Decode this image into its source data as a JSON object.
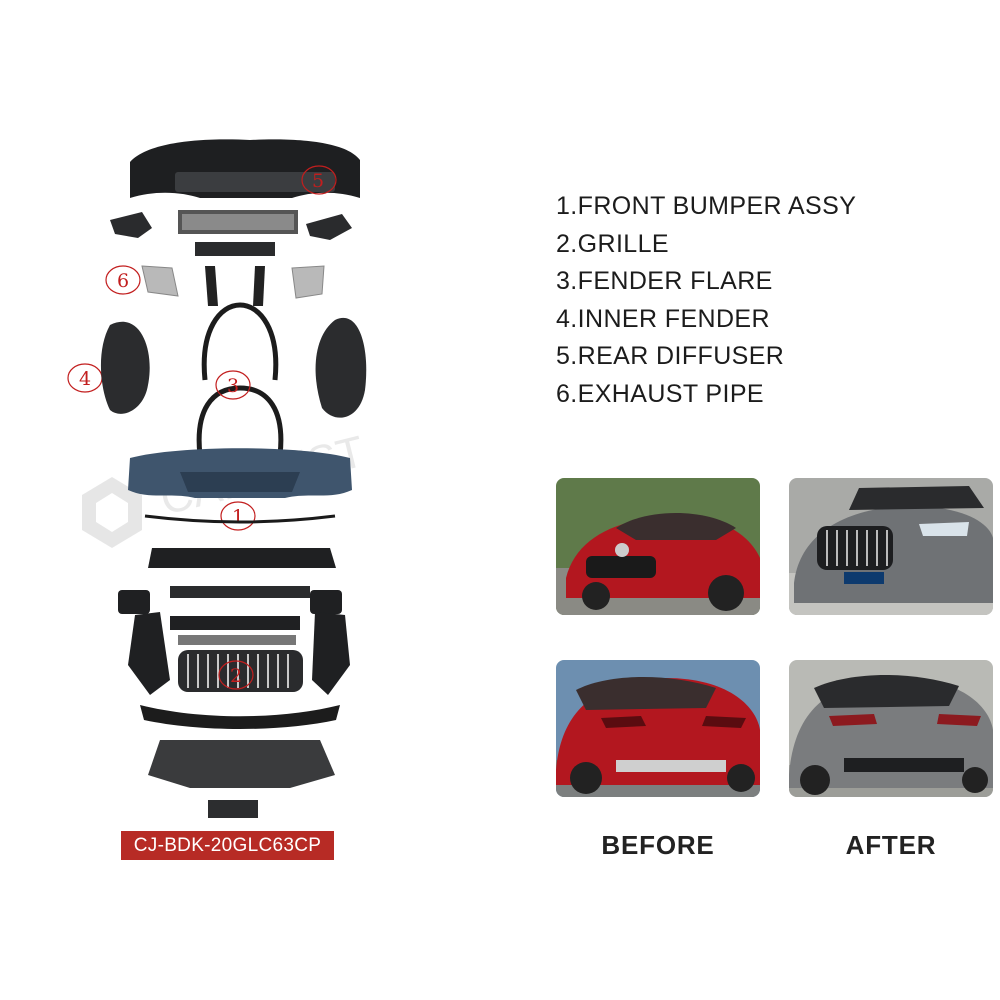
{
  "watermark": "CARBEST",
  "product_code": "CJ-BDK-20GLC63CP",
  "callouts": [
    "1",
    "2",
    "3",
    "4",
    "5",
    "6"
  ],
  "parts_list": [
    "1.FRONT BUMPER ASSY",
    "2.GRILLE",
    "3.FENDER FLARE",
    "4.INNER FENDER",
    "5.REAR DIFFUSER",
    "6.EXHAUST PIPE"
  ],
  "captions": {
    "before": "BEFORE",
    "after": "AFTER"
  },
  "colors": {
    "accent_red": "#b72b25",
    "callout_red": "#c21e1e",
    "car_red": "#b3171f",
    "car_grey": "#6f7275"
  }
}
